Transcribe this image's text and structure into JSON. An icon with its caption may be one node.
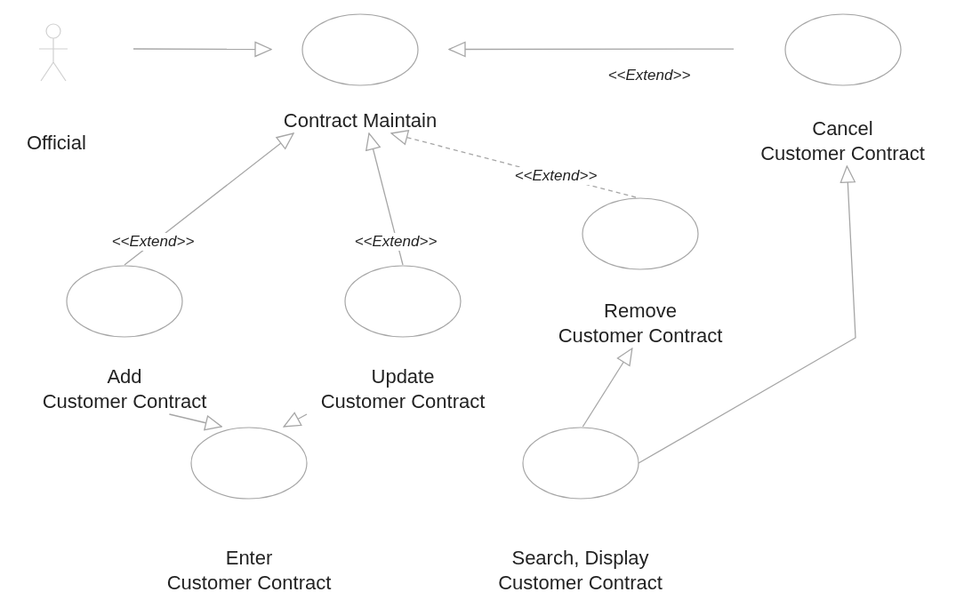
{
  "diagram": {
    "nodes": [
      {
        "text": [
          "Official"
        ]
      },
      {
        "text": [
          "Contract Maintain"
        ]
      },
      {
        "text": [
          "Cancel Customer Contract"
        ]
      },
      {
        "text": [
          "Remove Customer Contract"
        ]
      },
      {
        "text": [
          "Add Customer Contract"
        ]
      },
      {
        "text": [
          "Update Customer Contract"
        ]
      },
      {
        "text": [
          "Enter Customer Contract"
        ]
      },
      {
        "text": [
          "Search, Display Customer Contract"
        ]
      }
    ],
    "edges": [
      {
        "from": 0,
        "to": 1,
        "arrow": "to"
      },
      {
        "from": 2,
        "to": 1,
        "arrow": "to",
        "label": "<<Extend>>"
      },
      {
        "from": 3,
        "to": 1,
        "arrow": "to",
        "label": "<<Extend>>",
        "style": "dashed"
      },
      {
        "from": 4,
        "to": 1,
        "arrow": "to",
        "label": "<<Extend>>"
      },
      {
        "from": 5,
        "to": 1,
        "arrow": "to",
        "label": "<<Extend>>"
      },
      {
        "from": 4,
        "to": 6,
        "arrow": "to"
      },
      {
        "from": 5,
        "to": 6,
        "arrow": "to"
      },
      {
        "from": 7,
        "to": 3,
        "arrow": "to"
      },
      {
        "from": 7,
        "to": 2,
        "arrow": "to"
      }
    ]
  }
}
